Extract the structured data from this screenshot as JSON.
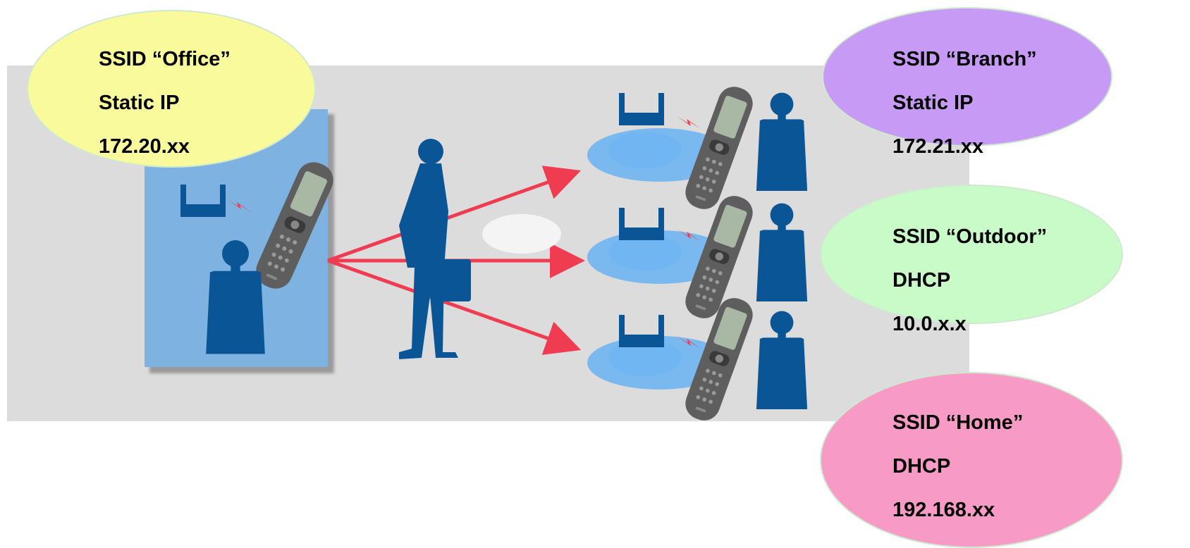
{
  "colors": {
    "background_panel": "#dcdcdc",
    "office_panel": "#7eb2e0",
    "figure": "#0a5596",
    "arrow": "#f03c50",
    "zone": "#7ab9ef",
    "zone_inner": "#6fb6f2",
    "phone_body": "#5e5e5e",
    "phone_screen": "#a9b8a4",
    "office_bubble": "#f9fa9c",
    "branch_bubble": "#c79af6",
    "outdoor_bubble": "#c9fbc9",
    "home_bubble": "#f79bc6"
  },
  "profiles": {
    "office": {
      "ssid": "SSID “Office”",
      "mode": "Static IP",
      "ip": "172.20.xx"
    },
    "branch": {
      "ssid": "SSID “Branch”",
      "mode": "Static IP",
      "ip": "172.21.xx"
    },
    "outdoor": {
      "ssid": "SSID  “Outdoor”",
      "mode": "DHCP",
      "ip": "10.0.x.x"
    },
    "home": {
      "ssid": "SSID “Home”",
      "mode": "DHCP",
      "ip": "192.168.xx"
    }
  },
  "icons": [
    "access-point-icon",
    "handset-icon",
    "person-icon",
    "traveler-icon",
    "arrow-icon"
  ]
}
